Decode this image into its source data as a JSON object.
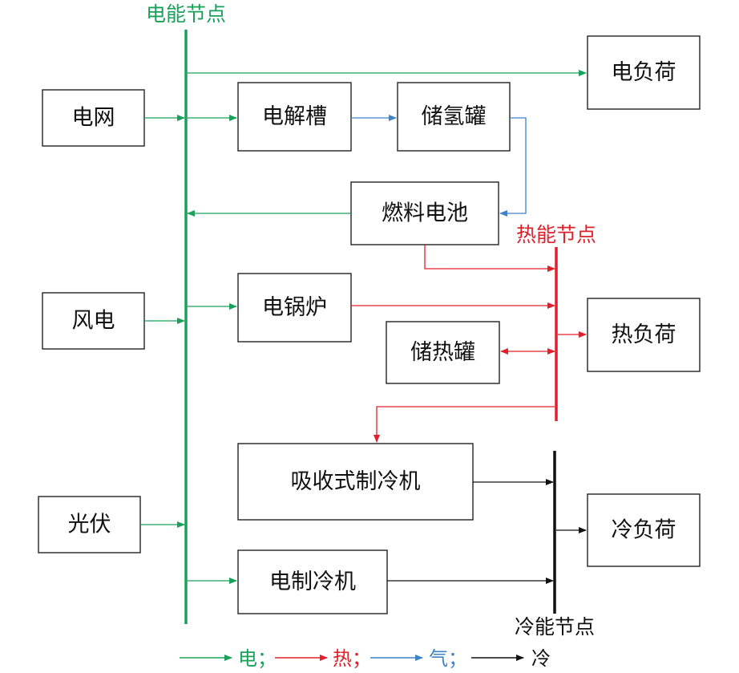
{
  "nodes": {
    "elec_node": "电能节点",
    "heat_node": "热能节点",
    "cold_node": "冷能节点"
  },
  "boxes": {
    "grid": "电网",
    "wind": "风电",
    "pv": "光伏",
    "electrolyzer": "电解槽",
    "h2_tank": "储氢罐",
    "fuel_cell": "燃料电池",
    "e_boiler": "电锅炉",
    "heat_tank": "储热罐",
    "absorption_chiller": "吸收式制冷机",
    "electric_chiller": "电制冷机",
    "elec_load": "电负荷",
    "heat_load": "热负荷",
    "cold_load": "冷负荷"
  },
  "legend": {
    "elec": "电；",
    "heat": "热；",
    "gas": "气；",
    "cold": "冷"
  },
  "colors": {
    "elec": "#1aa05a",
    "heat": "#e0202a",
    "gas": "#3f82c8",
    "cold": "#111111"
  }
}
